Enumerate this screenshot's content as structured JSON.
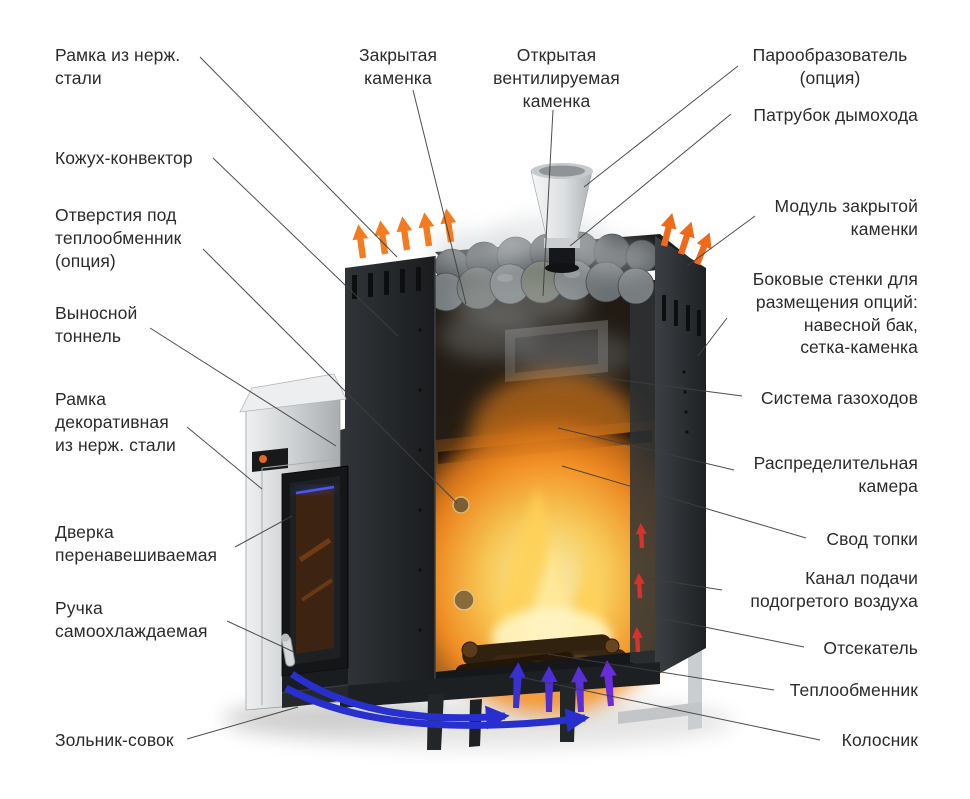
{
  "diagram": {
    "type": "annotated-sauna-stove-cutaway",
    "labels": {
      "frame_stainless": "Рамка из нерж.\nстали",
      "convector_casing": "Кожух-конвектор",
      "heat_exchanger_holes": "Отверстия под\nтеплообменник\n(опция)",
      "remote_tunnel": "Выносной\nтоннель",
      "decorative_frame": "Рамка\nдекоративная\nиз нерж. стали",
      "door_reversible": "Дверка\nперенавешиваемая",
      "handle_self_cooling": "Ручка\nсамоохлаждаемая",
      "ash_pan": "Зольник-совок",
      "closed_stone_chamber": "Закрытая\nкаменка",
      "open_ventilated_chamber": "Открытая\nвентилируемая\nкаменка",
      "steam_generator": "Парообразователь\n(опция)",
      "chimney_pipe": "Патрубок дымохода",
      "closed_chamber_module": "Модуль закрытой\nкаменки",
      "side_walls": "Боковые стенки для\nразмещения опций:\nнавесной бак,\nсетка-каменка",
      "gas_duct_system": "Система газоходов",
      "distribution_chamber": "Распределительная\nкамера",
      "firebox_arch": "Свод топки",
      "heated_air_channel": "Канал подачи\nподогретого воздуха",
      "splitter": "Отсекатель",
      "heat_exchanger": "Теплообменник",
      "grate": "Колосник"
    },
    "colors": {
      "hot_air_arrow": "#f47b20",
      "cold_air_arrow": "#2730cf",
      "heated_flow_arrow": "#5b2fd6",
      "fire_flow_arrow": "#d8322a",
      "label_text": "#2b2b2b",
      "leader_line": "#3f3f3f"
    }
  }
}
